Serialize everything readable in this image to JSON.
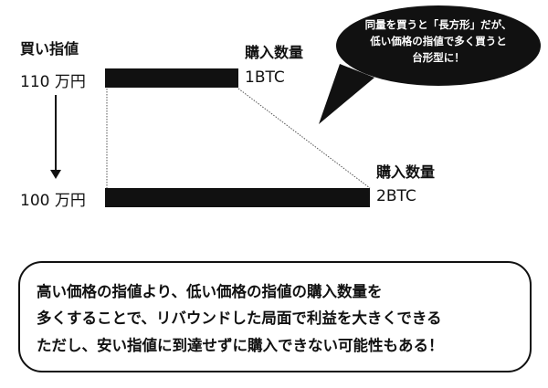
{
  "labels": {
    "limit_price_title": "買い指値",
    "price_high": "110 万円",
    "price_low": "100 万円",
    "qty_title_top": "購入数量",
    "qty_top": "1BTC",
    "qty_title_bottom": "購入数量",
    "qty_bottom": "2BTC"
  },
  "bubble": {
    "lines": [
      "同量を買うと「長方形」だが、",
      "低い価格の指値で多く買うと",
      "台形型に！"
    ]
  },
  "note": {
    "lines": [
      "高い価格の指値より、低い価格の指値の購入数量を",
      "多くすることで、リバウンドした局面で利益を大きくできる",
      "ただし、安い指値に到達せずに購入できない可能性もある！"
    ]
  }
}
